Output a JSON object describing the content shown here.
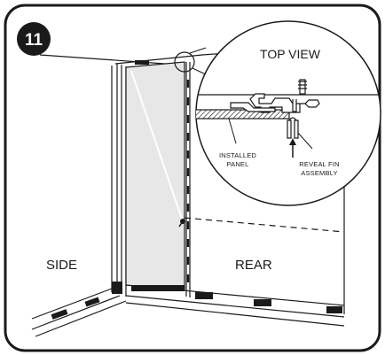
{
  "step": {
    "number": "11"
  },
  "labels": {
    "top_view": "TOP VIEW",
    "side": "SIDE",
    "rear": "REAR",
    "installed_panel_line1": "INSTALLED",
    "installed_panel_line2": "PANEL",
    "reveal_fin_line1": "REVEAL FIN",
    "reveal_fin_line2": "ASSEMBLY"
  },
  "colors": {
    "frame": "#1a1a1a",
    "panel_fill": "#e7e7e7",
    "badge": "#1a1a1a",
    "background": "#ffffff"
  }
}
